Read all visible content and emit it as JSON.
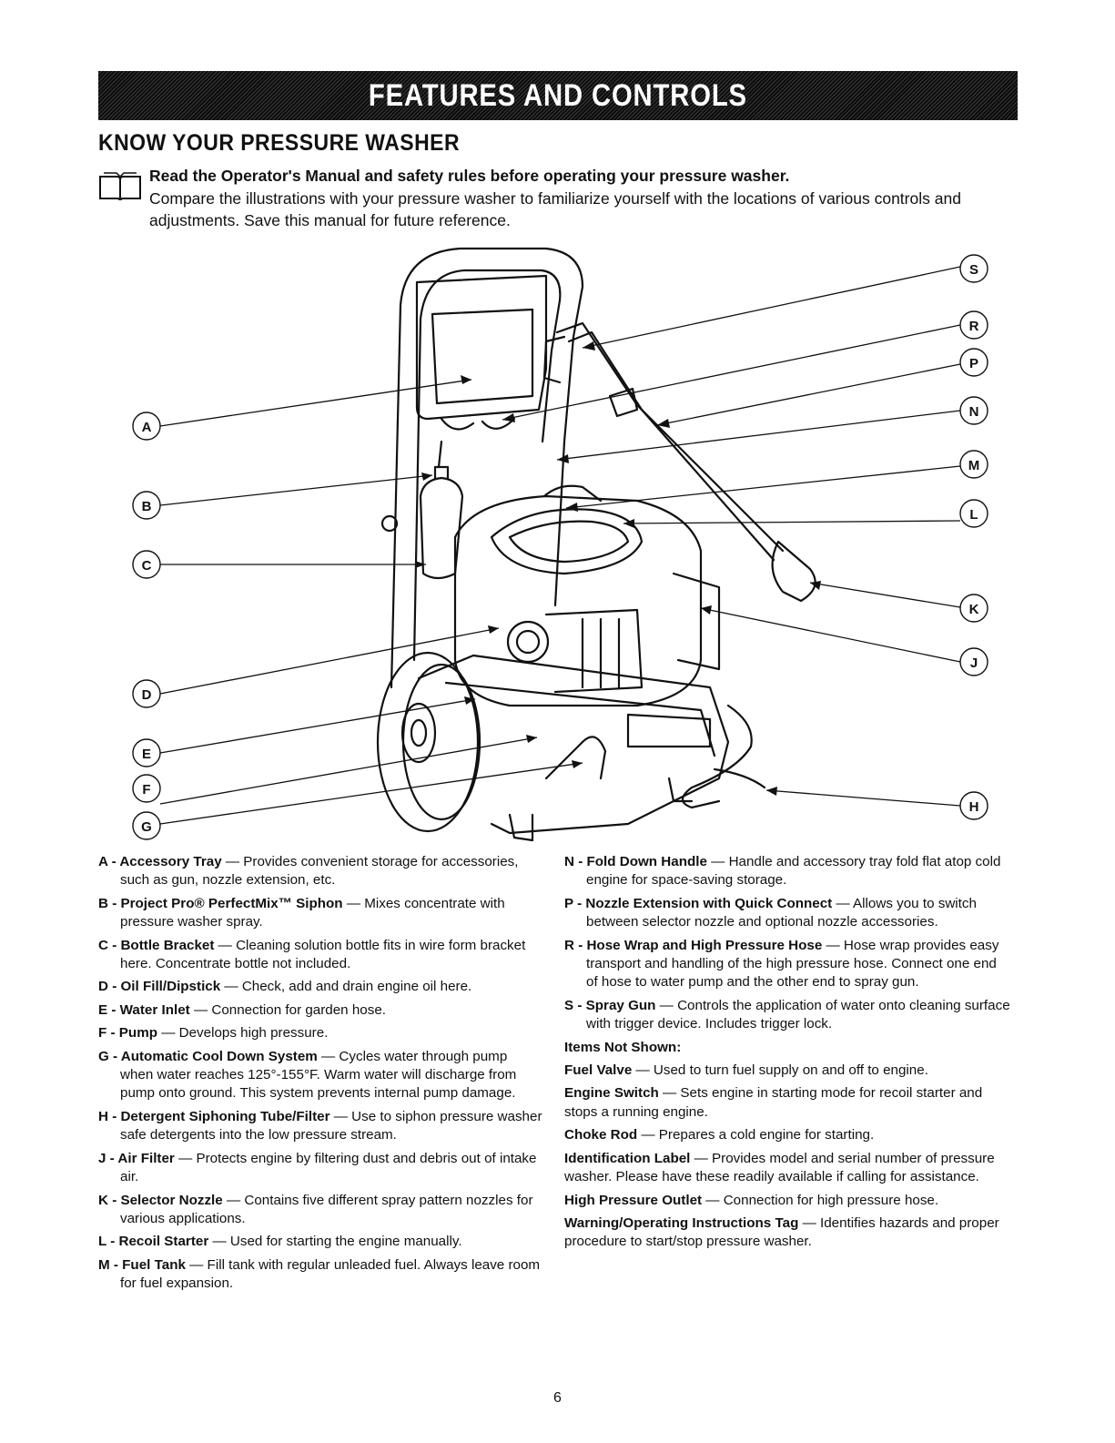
{
  "header": {
    "banner": "FEATURES AND CONTROLS",
    "section_title": "KNOW YOUR PRESSURE WASHER",
    "intro_bold": "Read the Operator's Manual and safety rules before operating your pressure washer.",
    "intro": "Compare the illustrations with your pressure washer to familiarize yourself with the locations of various controls and adjustments. Save this manual for future reference."
  },
  "callouts": {
    "left": [
      "A",
      "B",
      "C",
      "D",
      "E",
      "F",
      "G"
    ],
    "right": [
      "S",
      "R",
      "P",
      "N",
      "M",
      "L",
      "K",
      "J",
      "H"
    ]
  },
  "left_items": [
    {
      "letter": "A - ",
      "name": "Accessory Tray",
      "desc": " — Provides convenient storage for accessories, such as gun, nozzle extension, etc."
    },
    {
      "letter": "B - ",
      "name": "Project Pro® PerfectMix™ Siphon",
      "desc": " — Mixes concentrate with pressure washer spray."
    },
    {
      "letter": "C - ",
      "name": "Bottle Bracket",
      "desc": " — Cleaning solution bottle fits in wire form bracket here. Concentrate bottle not included."
    },
    {
      "letter": "D - ",
      "name": "Oil Fill/Dipstick",
      "desc": " — Check, add and drain engine oil here."
    },
    {
      "letter": "E - ",
      "name": "Water Inlet",
      "desc": " — Connection for garden hose."
    },
    {
      "letter": "F - ",
      "name": "Pump",
      "desc": " — Develops high pressure."
    },
    {
      "letter": "G - ",
      "name": "Automatic Cool Down System",
      "desc": " — Cycles water through pump when water reaches 125°-155°F. Warm water will discharge from pump onto ground. This system prevents internal pump damage."
    },
    {
      "letter": "H - ",
      "name": "Detergent Siphoning Tube/Filter",
      "desc": " — Use to siphon pressure washer safe detergents into the low pressure stream."
    },
    {
      "letter": "J - ",
      "name": "Air Filter",
      "desc": " — Protects engine by filtering dust and debris out of intake air."
    },
    {
      "letter": "K - ",
      "name": "Selector Nozzle",
      "desc": " — Contains five different spray pattern nozzles for various applications."
    },
    {
      "letter": "L - ",
      "name": "Recoil Starter",
      "desc": " — Used for starting the engine manually."
    },
    {
      "letter": "M - ",
      "name": "Fuel Tank",
      "desc": " — Fill tank with regular unleaded fuel. Always leave room for fuel expansion."
    }
  ],
  "right_items": [
    {
      "letter": "N - ",
      "name": "Fold Down Handle",
      "desc": " — Handle and accessory tray fold flat atop cold engine for space-saving storage."
    },
    {
      "letter": "P - ",
      "name": "Nozzle Extension with Quick Connect",
      "desc": " — Allows you to switch between selector nozzle and optional nozzle accessories."
    },
    {
      "letter": "R - ",
      "name": "Hose Wrap and High Pressure Hose",
      "desc": " — Hose wrap provides easy transport and handling of the high pressure hose. Connect one end of hose to water pump and the other end to spray gun."
    },
    {
      "letter": "S - ",
      "name": "Spray Gun",
      "desc": " — Controls the application of water onto cleaning surface with trigger device. Includes trigger lock."
    }
  ],
  "not_shown_heading": "Items Not Shown:",
  "not_shown": [
    {
      "name": "Fuel Valve",
      "desc": " — Used to turn fuel supply on and off to engine."
    },
    {
      "name": "Engine Switch",
      "desc": " — Sets engine in starting mode for recoil starter and stops a running engine."
    },
    {
      "name": "Choke Rod",
      "desc": " — Prepares a cold engine for starting."
    },
    {
      "name": "Identification Label",
      "desc": " — Provides model and serial number of pressure washer. Please have these readily available if calling for assistance."
    },
    {
      "name": "High Pressure Outlet",
      "desc": " — Connection for high pressure hose."
    },
    {
      "name": "Warning/Operating Instructions Tag",
      "desc": " — Identifies hazards and proper procedure to start/stop pressure washer."
    }
  ],
  "page_number": "6"
}
